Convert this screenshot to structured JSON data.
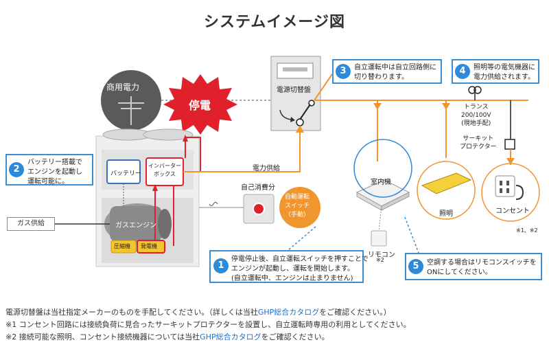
{
  "title": "システムイメージ図",
  "labels": {
    "commercial_power": "商用電力",
    "outage": "停電",
    "switchboard": "電源切替盤",
    "battery": "バッテリー",
    "inverter": "インバーター\nボックス",
    "gas_engine": "ガスエンジン",
    "compressor": "圧縮機",
    "generator": "発電機",
    "gas_supply": "ガス供給",
    "power_supply": "電力供給",
    "self_consumption": "自己消費分",
    "auto_switch": "自動運転\nスイッチ\n（手動）",
    "indoor_unit": "室内機",
    "remote": "リモコン",
    "remote_note": "※2",
    "transformer": "トランス\n200/100V\n(現地手配)",
    "breaker": "サーキット\nプロテクター",
    "lighting": "照明",
    "outlet": "コンセント",
    "outlet_note": "※1、※2"
  },
  "callouts": {
    "c1": {
      "num": "1",
      "text": "停電停止後、自立運転スイッチを押すことで\nエンジンが起動し、運転を開始します。\n(自立運転中、エンジンは止まりません)"
    },
    "c2": {
      "num": "2",
      "text": "バッテリー搭載で\nエンジンを起動し\n運転可能に。"
    },
    "c3": {
      "num": "3",
      "text": "自立運転中は自立回路側に\n切り替わります。"
    },
    "c4": {
      "num": "4",
      "text": "照明等の電気機器に\n電力供給されます。"
    },
    "c5": {
      "num": "5",
      "text": "空調する場合はリモコンスイッチを\nONにしてください。"
    }
  },
  "footer": {
    "line1_a": "電源切替盤は当社指定メーカーのものを手配してください。（詳しくは当社",
    "line1_link": "GHP総合カタログ",
    "line1_b": "をご確認ください。）",
    "line2": "※1 コンセント回路には接続負荷に見合ったサーキットプロテクターを設置し、自立運転時専用の利用としてください。",
    "line3_a": "※2 接続可能な照明、コンセント接続機器については当社",
    "line3_link": "GHP総合カタログ",
    "line3_b": "をご確認ください。"
  },
  "colors": {
    "orange": "#f0962e",
    "blue": "#2e8ad8",
    "red": "#e0202a",
    "grey": "#5a5a5a",
    "callout_border": "#3b8fd6"
  }
}
